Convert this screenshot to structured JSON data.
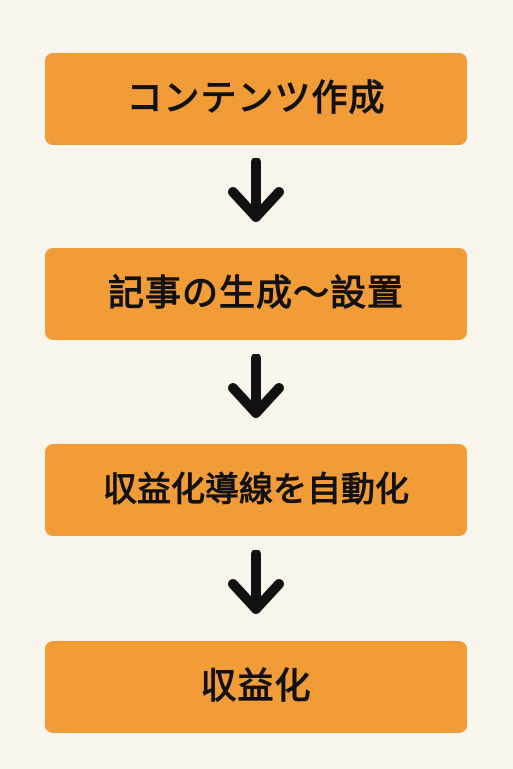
{
  "colors": {
    "background": "#FAF5EC",
    "box_fill": "#F29C38",
    "text": "#111111",
    "arrow": "#111111"
  },
  "flow": {
    "steps": [
      {
        "label": "コンテンツ作成"
      },
      {
        "label": "記事の生成〜設置"
      },
      {
        "label": "収益化導線を自動化"
      },
      {
        "label": "収益化"
      }
    ],
    "connector_icon": "down-arrow-icon"
  }
}
